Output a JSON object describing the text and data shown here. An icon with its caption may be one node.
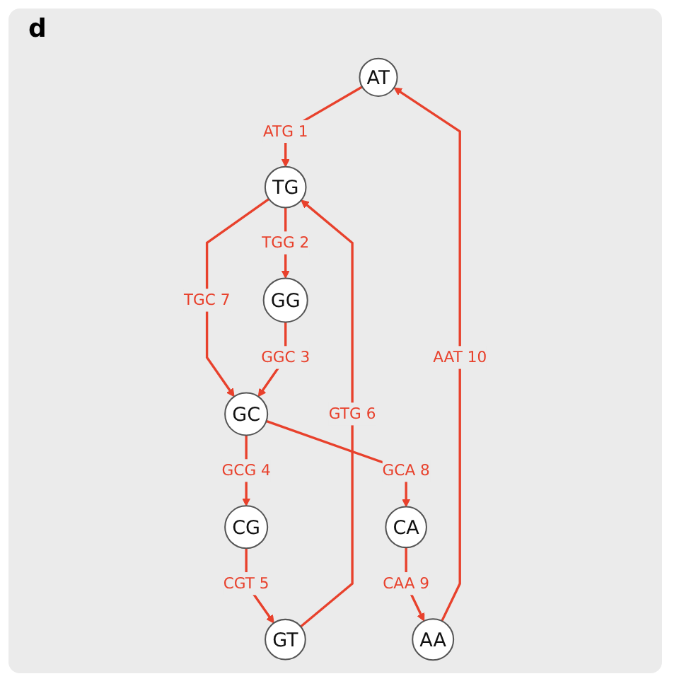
{
  "diagram": {
    "nodes": [
      {
        "text": [
          "AT"
        ]
      },
      {
        "text": [
          "AA"
        ]
      },
      {
        "text": [
          "TG"
        ]
      },
      {
        "text": [
          "CA"
        ]
      },
      {
        "text": [
          "GG"
        ]
      },
      {
        "text": [
          "GT"
        ]
      },
      {
        "text": [
          "GC"
        ]
      },
      {
        "text": [
          "CG"
        ]
      }
    ],
    "edges": [
      {
        "from": 1,
        "to": 0,
        "arrow": "to",
        "label": "AAT 10"
      },
      {
        "from": 0,
        "to": 2,
        "arrow": "to",
        "label": "ATG 1"
      },
      {
        "from": 2,
        "to": 4,
        "arrow": "to",
        "label": "TGG 2"
      },
      {
        "from": 2,
        "to": 6,
        "arrow": "to",
        "label": "TGC 7"
      },
      {
        "from": 4,
        "to": 6,
        "arrow": "to",
        "label": "GGC 3"
      },
      {
        "from": 6,
        "to": 7,
        "arrow": "to",
        "label": "GCG 4"
      },
      {
        "from": 7,
        "to": 5,
        "arrow": "to",
        "label": "CGT 5"
      },
      {
        "from": 5,
        "to": 2,
        "arrow": "to",
        "label": "GTG 6"
      },
      {
        "from": 6,
        "to": 3,
        "arrow": "to",
        "label": "GCA 8"
      },
      {
        "from": 3,
        "to": 1,
        "arrow": "to",
        "label": "CAA 9"
      }
    ],
    "labels": [
      "d"
    ]
  }
}
